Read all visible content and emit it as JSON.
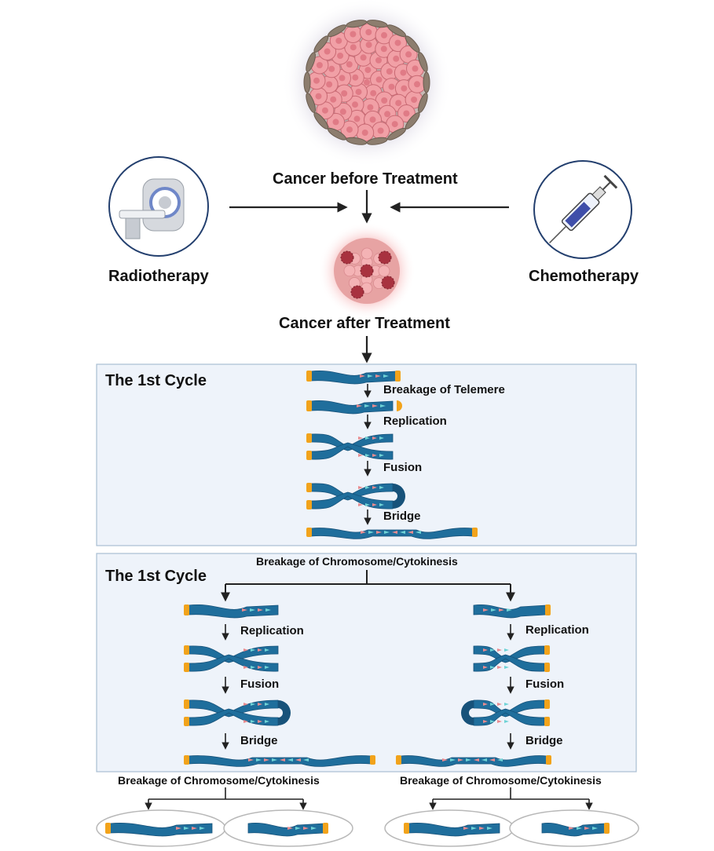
{
  "labels": {
    "before": "Cancer before Treatment",
    "after": "Cancer after Treatment",
    "radiotherapy": "Radiotherapy",
    "chemotherapy": "Chemotherapy"
  },
  "cycle1": {
    "title": "The 1st Cycle",
    "steps": [
      "Breakage of Telemere",
      "Replication",
      "Fusion",
      "Bridge"
    ]
  },
  "cycle2": {
    "title": "The 1st Cycle",
    "top_label": "Breakage of Chromosome/Cytokinesis",
    "left_steps": [
      "Replication",
      "Fusion",
      "Bridge"
    ],
    "right_steps": [
      "Replication",
      "Fusion",
      "Bridge"
    ]
  },
  "bottom": {
    "left_label": "Breakage of Chromosome/Cytokinesis",
    "right_label": "Breakage of Chromosome/Cytokinesis"
  },
  "colors": {
    "chromosome": "#1f6e9c",
    "chromosome_dark": "#17527a",
    "telomere": "#f2a31b",
    "panel_bg": "#eef3fa",
    "panel_border": "#a9bed3",
    "cancer_cell": "#f2a3a8",
    "ring": "#233f6e"
  }
}
